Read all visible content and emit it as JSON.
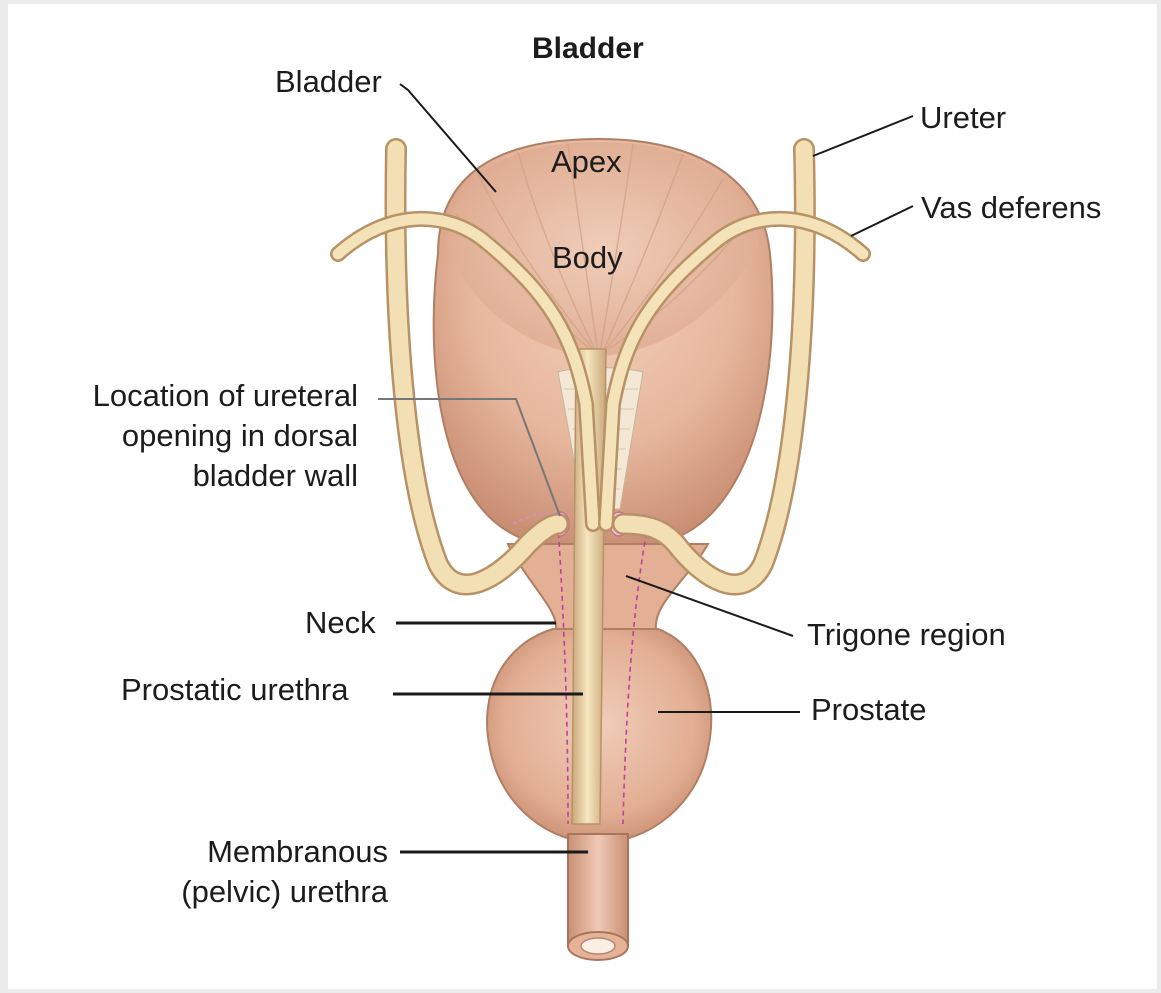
{
  "title": "Bladder",
  "labels": {
    "bladder": "Bladder",
    "apex": "Apex",
    "body": "Body",
    "ureter": "Ureter",
    "vas_deferens": "Vas deferens",
    "ureteral_opening": "Location of ureteral\nopening in dorsal\nbladder wall",
    "neck": "Neck",
    "trigone": "Trigone region",
    "prostatic_urethra": "Prostatic urethra",
    "prostate": "Prostate",
    "membranous_urethra": "Membranous\n(pelvic) urethra"
  },
  "colors": {
    "tissue": "#ebc0a8",
    "tissue_shadow": "#cd9478",
    "duct": "#f2dcae",
    "duct_edge": "#b89266",
    "leader": "#1a1a1a"
  }
}
